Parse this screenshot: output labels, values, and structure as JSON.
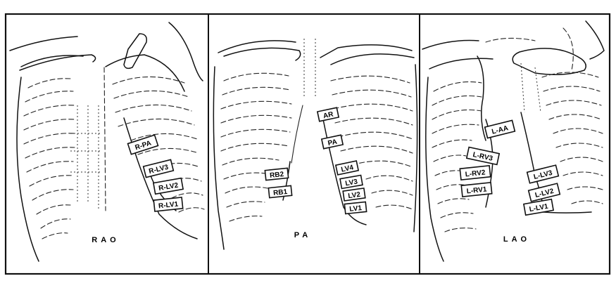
{
  "panels": [
    {
      "id": "rao",
      "view_label": "RAO",
      "markers": [
        "R-PA",
        "R-LV3",
        "R-LV2",
        "R-LV1"
      ]
    },
    {
      "id": "pa",
      "view_label": "PA",
      "markers": [
        "AR",
        "PA",
        "RB2",
        "RB1",
        "LV4",
        "LV3",
        "LV2",
        "LV1"
      ]
    },
    {
      "id": "lao",
      "view_label": "LAO",
      "markers": [
        "L-AA",
        "L-RV3",
        "L-RV2",
        "L-RV1",
        "L-LV3",
        "L-LV2",
        "L-LV1"
      ]
    }
  ]
}
